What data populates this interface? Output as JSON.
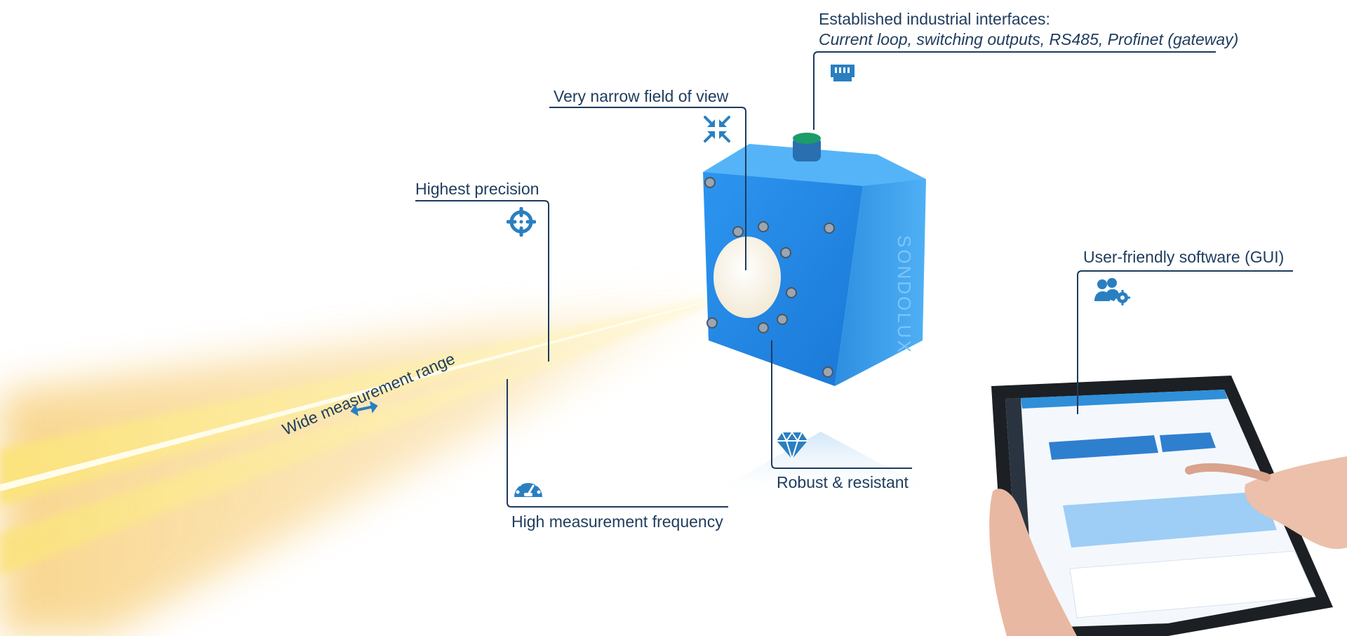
{
  "features": {
    "interfaces_title": "Established industrial interfaces:",
    "interfaces_detail": "Current loop, switching outputs, RS485, Profinet (gateway)",
    "narrow_fov": "Very narrow field of view",
    "precision": "Highest precision",
    "gui": "User-friendly software (GUI)",
    "range": "Wide measurement range",
    "robust": "Robust & resistant",
    "frequency": "High measurement frequency"
  },
  "icons": {
    "interfaces": "ethernet-port-icon",
    "narrow_fov": "compress-arrows-icon",
    "precision": "crosshairs-icon",
    "gui": "users-gear-icon",
    "range": "horizontal-arrows-icon",
    "robust": "gem-icon",
    "frequency": "tachometer-icon"
  },
  "colors": {
    "accent_blue": "#2a7fc1",
    "line_navy": "#1e3a5c",
    "device_blue": "#1f8ae6",
    "beam_yellow": "#f9d97a"
  }
}
